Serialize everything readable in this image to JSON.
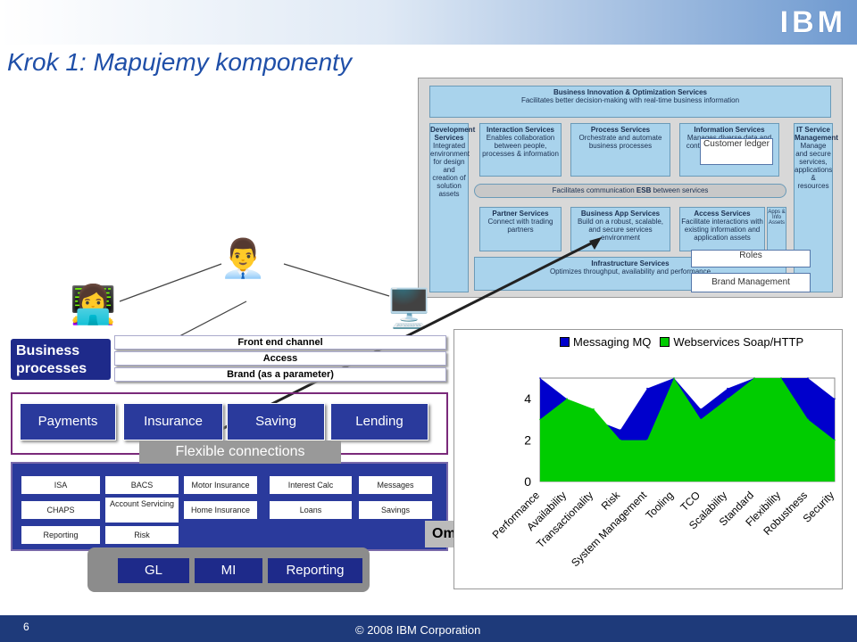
{
  "header": {
    "logo_text": "IBM",
    "slide_title": "Krok 1: Mapujemy komponenty"
  },
  "soa": {
    "business_innovation": {
      "title": "Business Innovation & Optimization Services",
      "desc": "Facilitates better decision-making with real-time business information"
    },
    "development": {
      "title": "Development Services",
      "desc": "Integrated environment for design and creation of solution assets"
    },
    "interaction": {
      "title": "Interaction Services",
      "desc": "Enables collaboration between people, processes & information"
    },
    "process": {
      "title": "Process Services",
      "desc": "Orchestrate and automate business processes"
    },
    "information": {
      "title": "Information Services",
      "desc": "Manages diverse data and content in a unified manner"
    },
    "esb": {
      "left": "Facilitates communication",
      "label": "ESB",
      "right": "between services"
    },
    "partner": {
      "title": "Partner Services",
      "desc": "Connect with trading partners"
    },
    "business_app": {
      "title": "Business App Services",
      "desc": "Build on a robust, scalable, and secure services environment"
    },
    "access": {
      "title": "Access Services",
      "desc": "Facilitate interactions with existing information and application assets"
    },
    "apps_info": {
      "title": "Apps & Info Assets"
    },
    "it_service": {
      "title": "IT Service Management",
      "desc": "Manage and secure services, applications & resources"
    },
    "infrastructure": {
      "title": "Infrastructure Services",
      "desc": "Optimizes throughput, availability and performance"
    },
    "callouts": {
      "customer_ledger": "Customer ledger",
      "roles": "Roles",
      "brand_mgmt": "Brand Management"
    }
  },
  "business": {
    "label": "Business processes",
    "channels": [
      "Front end channel",
      "Access",
      "Brand (as a parameter)"
    ],
    "products": [
      "Payments",
      "Insurance",
      "Saving",
      "Lending"
    ],
    "flexible": "Flexible connections",
    "components": [
      [
        "ISA",
        "BACS",
        "Motor Insurance",
        "Interest Calc",
        "Messages"
      ],
      [
        "CHAPS",
        "Account Servicing",
        "Home Insurance",
        "Loans",
        "Savings"
      ],
      [
        "Reporting",
        "Risk"
      ]
    ],
    "drum": [
      "GL",
      "MI",
      "Reporting"
    ],
    "om_label": "Om"
  },
  "chart_data": {
    "type": "area",
    "categories": [
      "Performance",
      "Availability",
      "Transactionality",
      "Risk",
      "System Management",
      "Tooling",
      "TCO",
      "Scalability",
      "Standard",
      "Flexibility",
      "Robustness",
      "Security"
    ],
    "series": [
      {
        "name": "Messaging MQ",
        "color": "#0000cc",
        "values": [
          5,
          4,
          3,
          2.5,
          4.5,
          5,
          3.5,
          4.5,
          5,
          5,
          5,
          4
        ]
      },
      {
        "name": "Webservices Soap/HTTP",
        "color": "#00cc00",
        "values": [
          3,
          4,
          3.5,
          2,
          2,
          5,
          3,
          4,
          5,
          5,
          3,
          2
        ]
      }
    ],
    "ylim": [
      0,
      5
    ],
    "yticks": [
      0,
      2,
      4
    ],
    "legend": "top"
  },
  "footer": {
    "page": "6",
    "copyright": "© 2008 IBM Corporation"
  }
}
